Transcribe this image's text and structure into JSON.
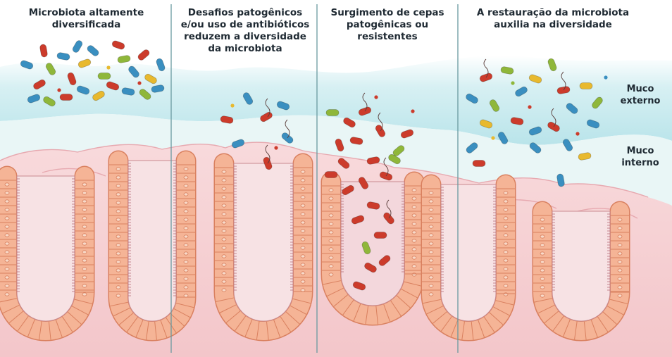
{
  "panels": [
    {
      "id": "p1",
      "title_line1": "Microbiota altamente",
      "title_line2": "diversificada",
      "title_line3": "",
      "title_line4": ""
    },
    {
      "id": "p2",
      "title_line1": "Desafios patogênicos",
      "title_line2": "e/ou uso de antibióticos",
      "title_line3": "reduzem a diversidade",
      "title_line4": "da microbiota"
    },
    {
      "id": "p3",
      "title_line1": "Surgimento de cepas",
      "title_line2": "patogênicas ou",
      "title_line3": "resistentes",
      "title_line4": ""
    },
    {
      "id": "p4",
      "title_line1": "A restauração da microbiota",
      "title_line2": "auxilia na diversidade",
      "title_line3": "",
      "title_line4": ""
    }
  ],
  "labels": {
    "outer_mucus_line1": "Muco",
    "outer_mucus_line2": "externo",
    "inner_mucus_line1": "Muco",
    "inner_mucus_line2": "interno"
  },
  "colors": {
    "background": "#ffffff",
    "outer_mucus": "#c4e9ee",
    "inner_mucus": "#e9f6f6",
    "tissue": "#f6cfd2",
    "epithelium": "#f5b496",
    "divider": "#6a9aa0",
    "bacteria_red": "#cc3b2b",
    "bacteria_blue": "#3a8fc0",
    "bacteria_green": "#8fb73a",
    "bacteria_yellow": "#e8b92e"
  }
}
